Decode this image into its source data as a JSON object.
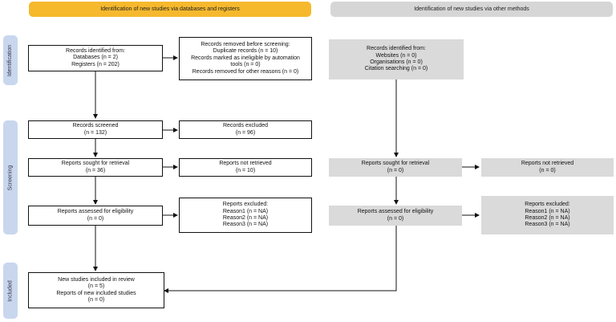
{
  "headers": {
    "databases": "Identification of new studies via databases and registers",
    "other": "Identification of new studies via other methods"
  },
  "side_labels": {
    "identification": "Identification",
    "screening": "Screening",
    "included": "Included"
  },
  "db": {
    "identified": [
      "Records identified from:",
      "Databases (n = 2)",
      "Registers (n = 202)"
    ],
    "removed": [
      "Records removed before screening:",
      "Duplicate records (n = 10)",
      "Records marked as ineligible by automation",
      "tools (n = 0)",
      "Records removed for other reasons (n = 0)"
    ],
    "screened": [
      "Records screened",
      "(n = 132)"
    ],
    "excluded": [
      "Records excluded",
      "(n = 96)"
    ],
    "sought": [
      "Reports sought for retrieval",
      "(n = 36)"
    ],
    "not_retrieved": [
      "Reports not retrieved",
      "(n = 10)"
    ],
    "assessed": [
      "Reports assessed for eligibility",
      "(n = 0)"
    ],
    "reports_excluded": [
      "Reports excluded:",
      "Reason1 (n = NA)",
      "Reason2 (n = NA)",
      "Reason3 (n = NA)"
    ]
  },
  "other": {
    "identified": [
      "Records identified from:",
      "Websites (n = 0)",
      "Organisations (n = 0)",
      "Citation searching (n = 0)"
    ],
    "sought": [
      "Reports sought for retrieval",
      "(n = 0)"
    ],
    "not_retrieved": [
      "Reports not retrieved",
      "(n = 0)"
    ],
    "assessed": [
      "Reports assessed for eligibility",
      "(n = 0)"
    ],
    "reports_excluded": [
      "Reports excluded:",
      "Reason1 (n = NA)",
      "Reason2 (n = NA)",
      "Reason3 (n = NA)"
    ]
  },
  "included": [
    "New studies included in review",
    "(n = 5)",
    "Reports of new included studies",
    "(n = 0)"
  ]
}
